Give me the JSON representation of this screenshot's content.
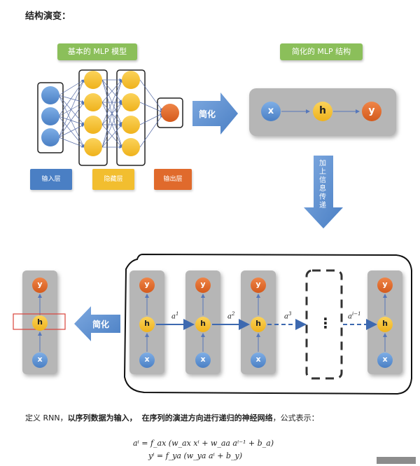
{
  "heading": "结构演变：",
  "mlp": {
    "title": "基本的 MLP 模型",
    "legend": {
      "input": "输入层",
      "hidden": "隐藏层",
      "output": "输出层"
    }
  },
  "simplified": {
    "title": "简化的 MLP 结构",
    "nodes": {
      "x": "x",
      "h": "h",
      "y": "y"
    }
  },
  "arrows": {
    "simplify_right": "简化",
    "add_sequence": "加上信息传递",
    "simplify_left": "简化"
  },
  "rnn": {
    "node_x": "x",
    "node_h": "h",
    "node_y": "y",
    "ellipsis": "⋮",
    "links": [
      "a",
      "a",
      "a",
      "a"
    ],
    "link_sups": [
      "1",
      "2",
      "3",
      "i−1"
    ]
  },
  "footer": {
    "intro": "定义 RNN，",
    "bold1": "以序列数据为输入，",
    "mid": "在序列的演进方向进行递归的神经网络",
    "end": "，公式表示："
  },
  "formulas": {
    "line1": "aⁱ = f_ax (w_ax xⁱ + w_aa aⁱ⁻¹ + b_a)",
    "line2": "yⁱ = f_ya (w_ya aⁱ + b_y)"
  },
  "colors": {
    "blue": "#5b8fd1",
    "yellow": "#f5c23a",
    "orange": "#e06a2c",
    "green": "#8bbf5a",
    "arrow_blue": "#5b8ed3",
    "gray_panel": "#b6b6b6",
    "red_box": "#d9433a"
  }
}
